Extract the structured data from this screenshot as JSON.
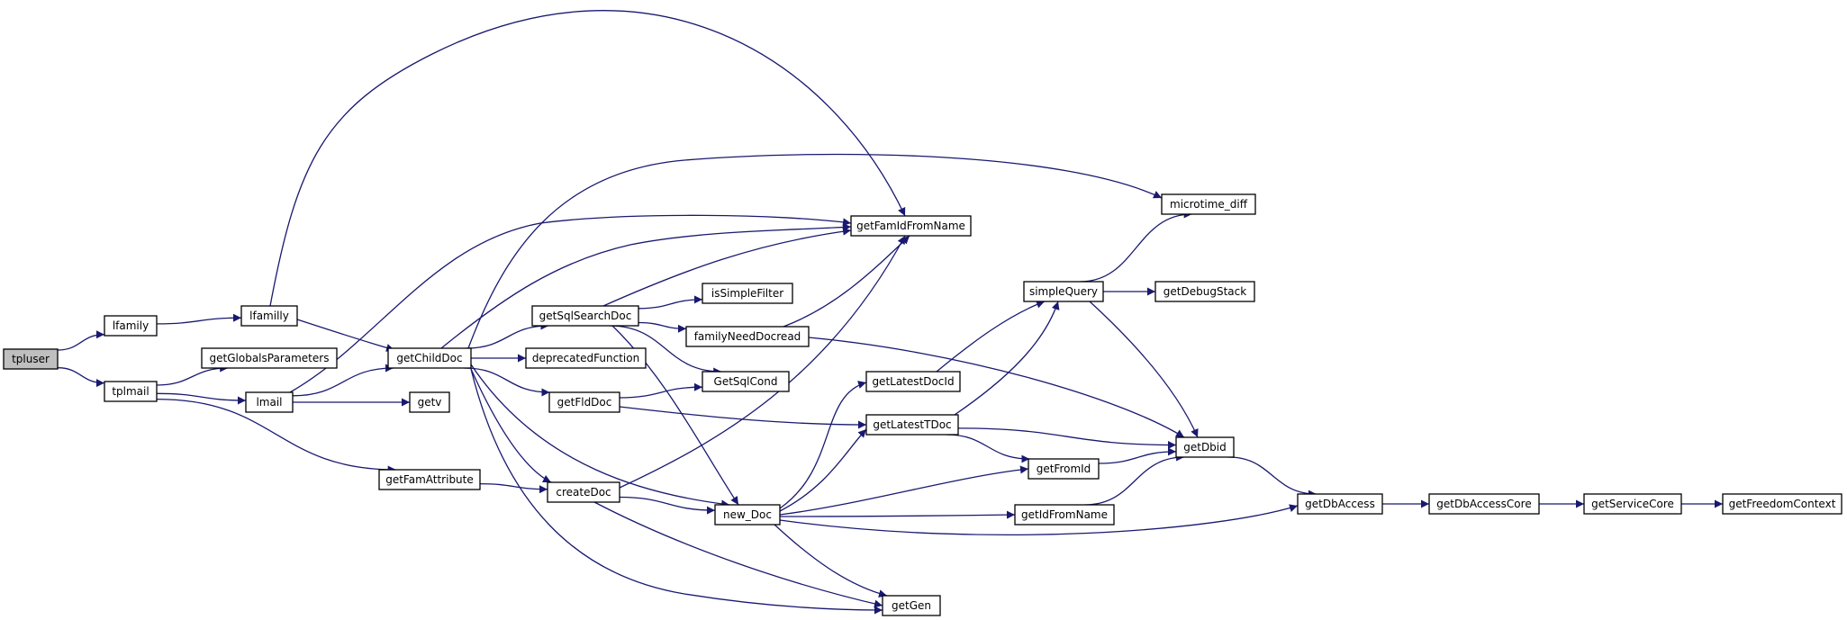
{
  "diagram": {
    "nodes": [
      {
        "id": "tpluser",
        "label": "tpluser",
        "root": true
      },
      {
        "id": "lfamily",
        "label": "lfamily"
      },
      {
        "id": "tplmail",
        "label": "tplmail"
      },
      {
        "id": "lfamilly",
        "label": "lfamilly"
      },
      {
        "id": "getGlobalsParameters",
        "label": "getGlobalsParameters"
      },
      {
        "id": "lmail",
        "label": "lmail"
      },
      {
        "id": "getChildDoc",
        "label": "getChildDoc"
      },
      {
        "id": "getv",
        "label": "getv"
      },
      {
        "id": "getFamAttribute",
        "label": "getFamAttribute"
      },
      {
        "id": "getSqlSearchDoc",
        "label": "getSqlSearchDoc"
      },
      {
        "id": "deprecatedFunction",
        "label": "deprecatedFunction"
      },
      {
        "id": "getFldDoc",
        "label": "getFldDoc"
      },
      {
        "id": "createDoc",
        "label": "createDoc"
      },
      {
        "id": "isSimpleFilter",
        "label": "isSimpleFilter"
      },
      {
        "id": "familyNeedDocread",
        "label": "familyNeedDocread"
      },
      {
        "id": "GetSqlCond",
        "label": "GetSqlCond"
      },
      {
        "id": "new_Doc",
        "label": "new_Doc"
      },
      {
        "id": "getFamIdFromName",
        "label": "getFamIdFromName"
      },
      {
        "id": "getLatestDocId",
        "label": "getLatestDocId"
      },
      {
        "id": "getLatestTDoc",
        "label": "getLatestTDoc"
      },
      {
        "id": "getGen",
        "label": "getGen"
      },
      {
        "id": "simpleQuery",
        "label": "simpleQuery"
      },
      {
        "id": "getFromId",
        "label": "getFromId"
      },
      {
        "id": "getIdFromName",
        "label": "getIdFromName"
      },
      {
        "id": "microtime_diff",
        "label": "microtime_diff"
      },
      {
        "id": "getDebugStack",
        "label": "getDebugStack"
      },
      {
        "id": "getDbid",
        "label": "getDbid"
      },
      {
        "id": "getDbAccess",
        "label": "getDbAccess"
      },
      {
        "id": "getDbAccessCore",
        "label": "getDbAccessCore"
      },
      {
        "id": "getServiceCore",
        "label": "getServiceCore"
      },
      {
        "id": "getFreedomContext",
        "label": "getFreedomContext"
      }
    ],
    "edges": [
      [
        "tpluser",
        "lfamily"
      ],
      [
        "tpluser",
        "tplmail"
      ],
      [
        "lfamily",
        "lfamilly"
      ],
      [
        "lfamilly",
        "getFamIdFromName"
      ],
      [
        "lfamilly",
        "getChildDoc"
      ],
      [
        "tplmail",
        "getGlobalsParameters"
      ],
      [
        "tplmail",
        "lmail"
      ],
      [
        "tplmail",
        "getFamAttribute"
      ],
      [
        "lmail",
        "getFamIdFromName"
      ],
      [
        "lmail",
        "getChildDoc"
      ],
      [
        "lmail",
        "getv"
      ],
      [
        "getChildDoc",
        "microtime_diff"
      ],
      [
        "getChildDoc",
        "getFamIdFromName"
      ],
      [
        "getChildDoc",
        "getSqlSearchDoc"
      ],
      [
        "getChildDoc",
        "deprecatedFunction"
      ],
      [
        "getChildDoc",
        "getFldDoc"
      ],
      [
        "getChildDoc",
        "createDoc"
      ],
      [
        "getChildDoc",
        "new_Doc"
      ],
      [
        "getChildDoc",
        "getGen"
      ],
      [
        "getFamAttribute",
        "createDoc"
      ],
      [
        "getSqlSearchDoc",
        "getFamIdFromName"
      ],
      [
        "getSqlSearchDoc",
        "isSimpleFilter"
      ],
      [
        "getSqlSearchDoc",
        "familyNeedDocread"
      ],
      [
        "getSqlSearchDoc",
        "GetSqlCond"
      ],
      [
        "getSqlSearchDoc",
        "new_Doc"
      ],
      [
        "familyNeedDocread",
        "getFamIdFromName"
      ],
      [
        "familyNeedDocread",
        "getDbid"
      ],
      [
        "getFldDoc",
        "GetSqlCond"
      ],
      [
        "getFldDoc",
        "getLatestTDoc"
      ],
      [
        "createDoc",
        "getFamIdFromName"
      ],
      [
        "createDoc",
        "new_Doc"
      ],
      [
        "createDoc",
        "getGen"
      ],
      [
        "new_Doc",
        "getLatestDocId"
      ],
      [
        "new_Doc",
        "getLatestTDoc"
      ],
      [
        "new_Doc",
        "getFromId"
      ],
      [
        "new_Doc",
        "getIdFromName"
      ],
      [
        "new_Doc",
        "getDbAccess"
      ],
      [
        "new_Doc",
        "getGen"
      ],
      [
        "getLatestDocId",
        "simpleQuery"
      ],
      [
        "getLatestTDoc",
        "simpleQuery"
      ],
      [
        "getLatestTDoc",
        "getFromId"
      ],
      [
        "getLatestTDoc",
        "getDbid"
      ],
      [
        "simpleQuery",
        "microtime_diff"
      ],
      [
        "simpleQuery",
        "getDebugStack"
      ],
      [
        "simpleQuery",
        "getDbid"
      ],
      [
        "getFromId",
        "getDbid"
      ],
      [
        "getIdFromName",
        "getDbid"
      ],
      [
        "getDbid",
        "getDbAccess"
      ],
      [
        "getDbAccess",
        "getDbAccessCore"
      ],
      [
        "getDbAccessCore",
        "getServiceCore"
      ],
      [
        "getServiceCore",
        "getFreedomContext"
      ]
    ],
    "colors": {
      "edge": "#191970",
      "node_fill": "#ffffff",
      "root_fill": "#bfbfbf",
      "node_stroke": "#000000"
    }
  }
}
